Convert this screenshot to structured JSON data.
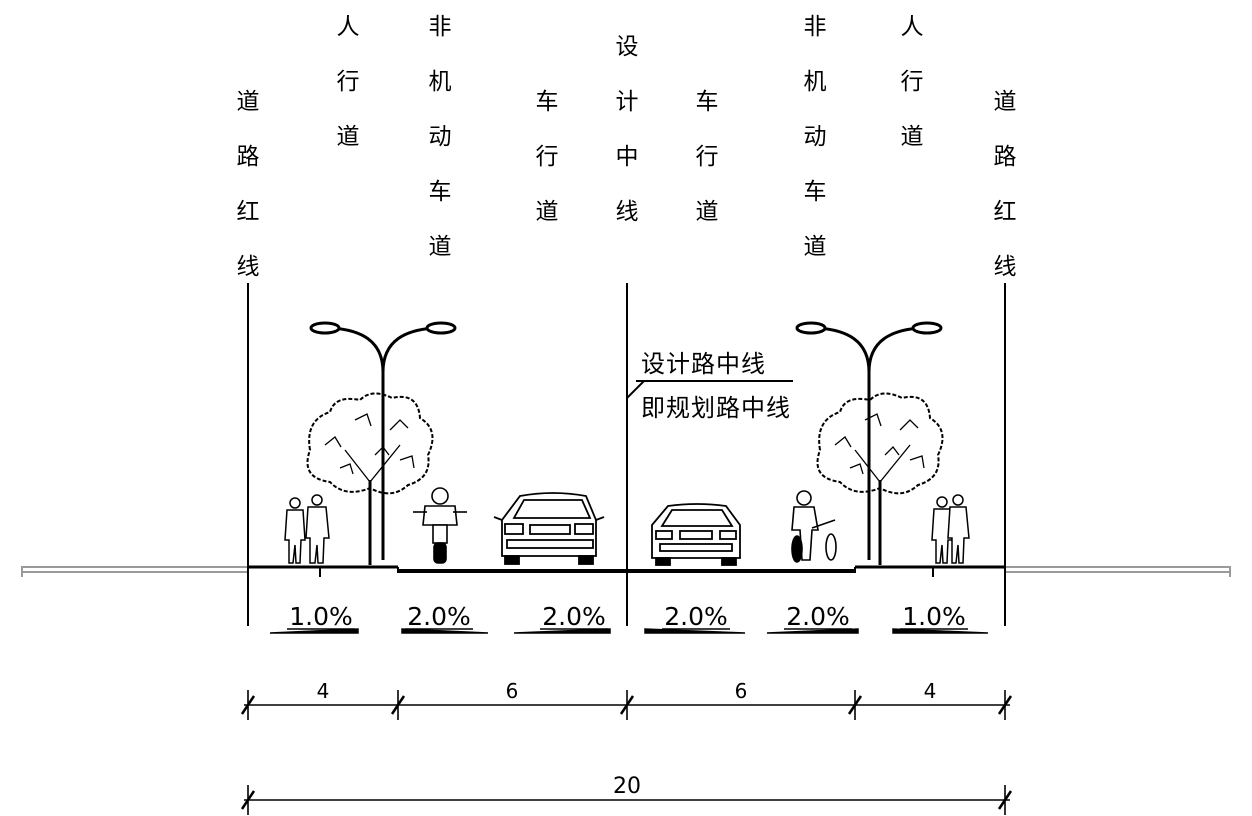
{
  "lane_labels": {
    "red_line_left": "道路红线",
    "sidewalk_left": "人行道",
    "bike_lane_left": "非机动车道",
    "carriageway_left": "车行道",
    "centerline": "设计中线",
    "carriageway_right": "车行道",
    "bike_lane_right": "非机动车道",
    "sidewalk_right": "人行道",
    "red_line_right": "道路红线"
  },
  "centerline_note": {
    "line1": "设计路中线",
    "line2": "即规划路中线"
  },
  "slopes": [
    "1.0%",
    "2.0%",
    "2.0%",
    "2.0%",
    "2.0%",
    "1.0%"
  ],
  "dimensions": {
    "segments": [
      "4",
      "6",
      "6",
      "4"
    ],
    "total": "20"
  },
  "colors": {
    "line": "#000000",
    "ground_extension": "#9a9a9a"
  },
  "icons": [
    "street-lamp-icon",
    "tree-icon",
    "pedestrian-icon",
    "motorcycle-icon",
    "car-icon",
    "cyclist-icon"
  ]
}
